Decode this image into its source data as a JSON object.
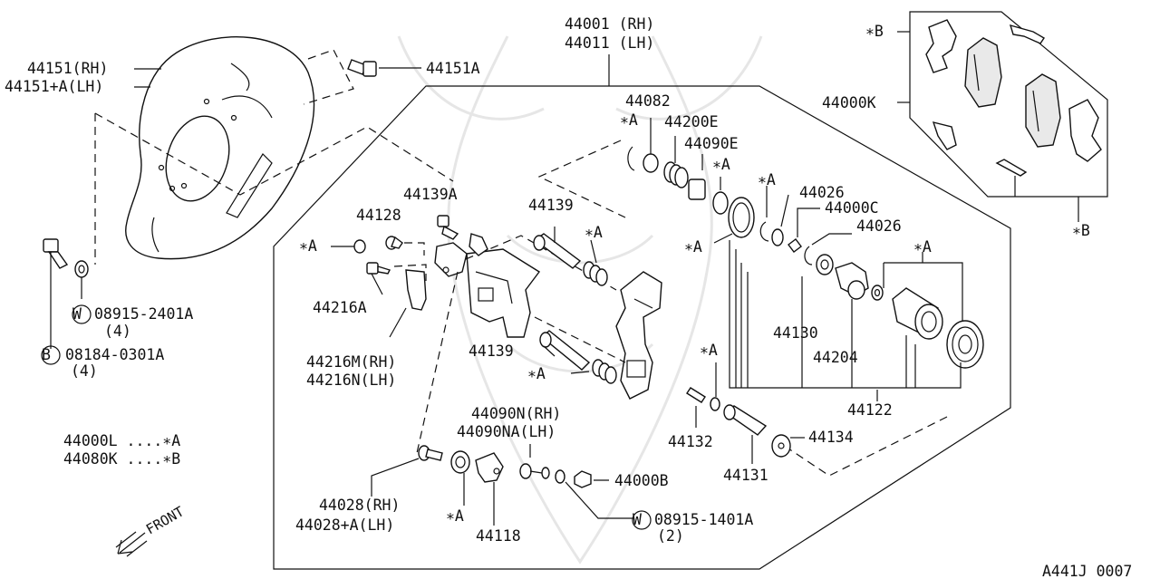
{
  "labels": {
    "l44001": "44001 (RH)",
    "l44011": "44011 (LH)",
    "l44151rh": "44151(RH)",
    "l44151lh": "44151+A(LH)",
    "l44151a": "44151A",
    "l44082": "44082",
    "l44200e": "44200E",
    "l44090e": "44090E",
    "l44139a": "44139A",
    "l44139top": "44139",
    "l44128": "44128",
    "l44216a": "44216A",
    "l44216m": "44216M(RH)",
    "l44216n": "44216N(LH)",
    "l44139mid": "44139",
    "l44090n": "44090N(RH)",
    "l44090na": "44090NA(LH)",
    "l44132": "44132",
    "l44131": "44131",
    "l44134": "44134",
    "l44000b": "44000B",
    "l44118": "44118",
    "l44028rh": "44028(RH)",
    "l44028lh": "44028+A(LH)",
    "l44026a": "44026",
    "l44000c": "44000C",
    "l44026b": "44026",
    "l44130": "44130",
    "l44204": "44204",
    "l44122": "44122",
    "l44000k": "44000K",
    "w1_num": "08915-2401A",
    "w1_qty": "(4)",
    "b1_num": "08184-0301A",
    "b1_qty": "(4)",
    "w2_num": "08915-1401A",
    "w2_qty": "(2)",
    "w_letter": "W",
    "b_letter": "B",
    "legend1": "44000L ....∗A",
    "legend2": "44080K ....∗B",
    "front": "FRONT",
    "diagram_code": "A441J 0007",
    "starA": "∗A",
    "starB": "∗B"
  }
}
